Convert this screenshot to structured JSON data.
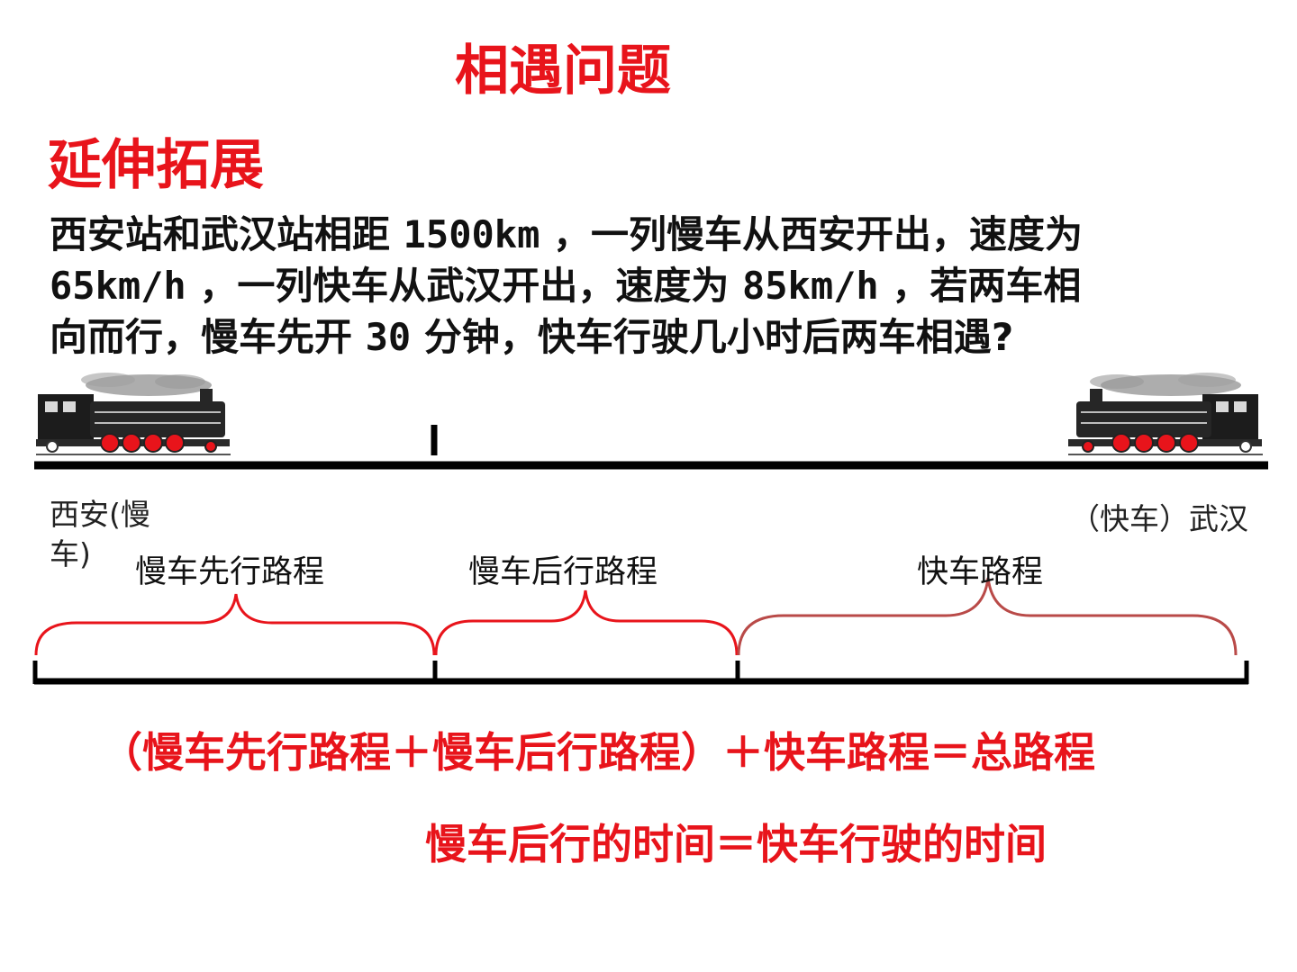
{
  "title": "相遇问题",
  "subtitle": "延伸拓展",
  "problem": {
    "line1_a": "西安站和武汉站相距",
    "line1_num": "1500km",
    "line1_b": "，一列慢车从西安开出，速度为",
    "line2_num1": "65km/h",
    "line2_a": "，一列快车从武汉开出，速度为",
    "line2_num2": "85km/h",
    "line2_b": "，若两车相",
    "line3_a": "向而行，慢车先开",
    "line3_num": "30",
    "line3_b": "分钟，快车行驶几小时后两车相遇?"
  },
  "stations": {
    "left": "西安(慢车)",
    "right": "（快车）武汉"
  },
  "segments": {
    "slow_first": "慢车先行路程",
    "slow_after": "慢车后行路程",
    "fast": "快车路程"
  },
  "formulas": {
    "total": "（慢车先行路程＋慢车后行路程）＋快车路程＝总路程",
    "time": "慢车后行的时间＝快车行驶的时间"
  },
  "colors": {
    "accent_red": "#e8141b",
    "brace_dark_red": "#b94a48",
    "track": "#000000"
  },
  "icons": {
    "left_train": "steam-locomotive-icon",
    "right_train": "steam-locomotive-icon"
  }
}
